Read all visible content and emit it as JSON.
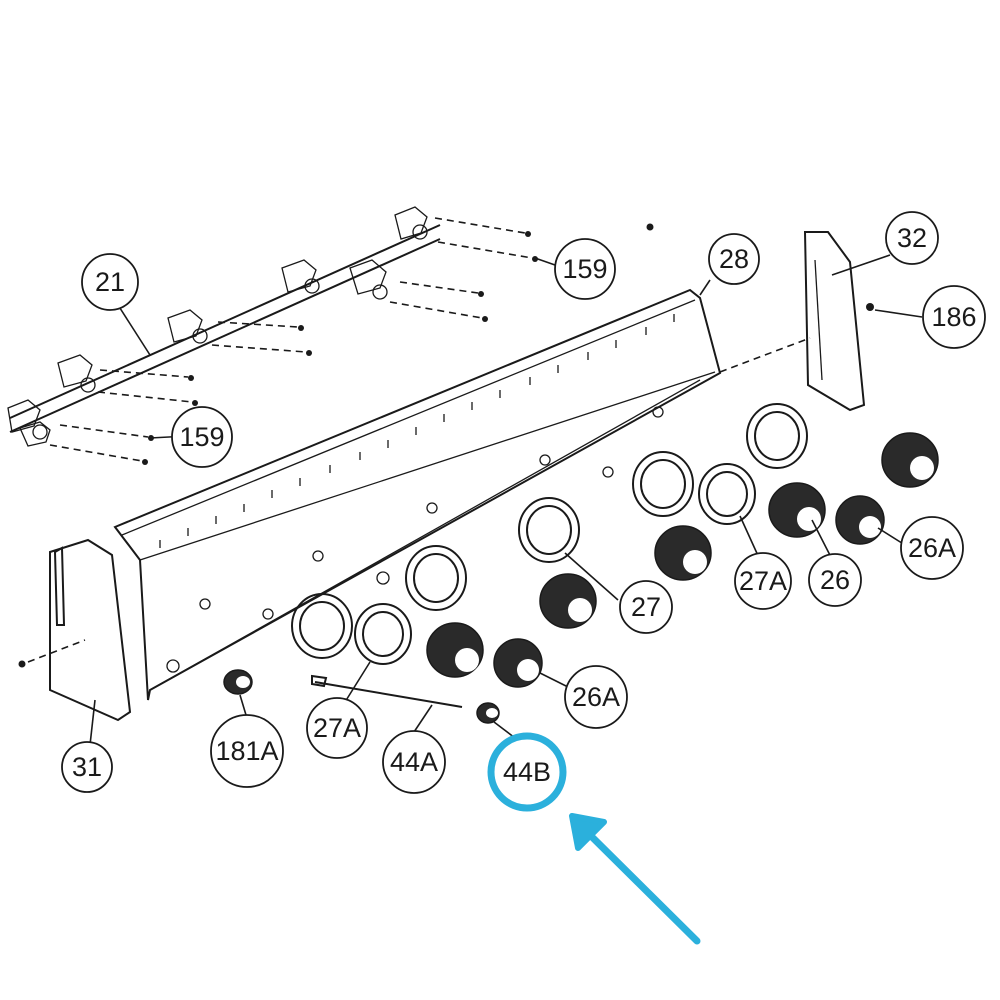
{
  "diagram": {
    "callouts": [
      {
        "id": "c21",
        "label": "21"
      },
      {
        "id": "c159a",
        "label": "159"
      },
      {
        "id": "c159b",
        "label": "159"
      },
      {
        "id": "c28",
        "label": "28"
      },
      {
        "id": "c32",
        "label": "32"
      },
      {
        "id": "c186",
        "label": "186"
      },
      {
        "id": "c27",
        "label": "27"
      },
      {
        "id": "c27A1",
        "label": "27A"
      },
      {
        "id": "c26",
        "label": "26"
      },
      {
        "id": "c26A1",
        "label": "26A"
      },
      {
        "id": "c26A2",
        "label": "26A"
      },
      {
        "id": "c27A2",
        "label": "27A"
      },
      {
        "id": "c181A",
        "label": "181A"
      },
      {
        "id": "c44A",
        "label": "44A"
      },
      {
        "id": "c31",
        "label": "31"
      }
    ],
    "highlight": {
      "label": "44B",
      "color": "#2bb0dc"
    }
  }
}
